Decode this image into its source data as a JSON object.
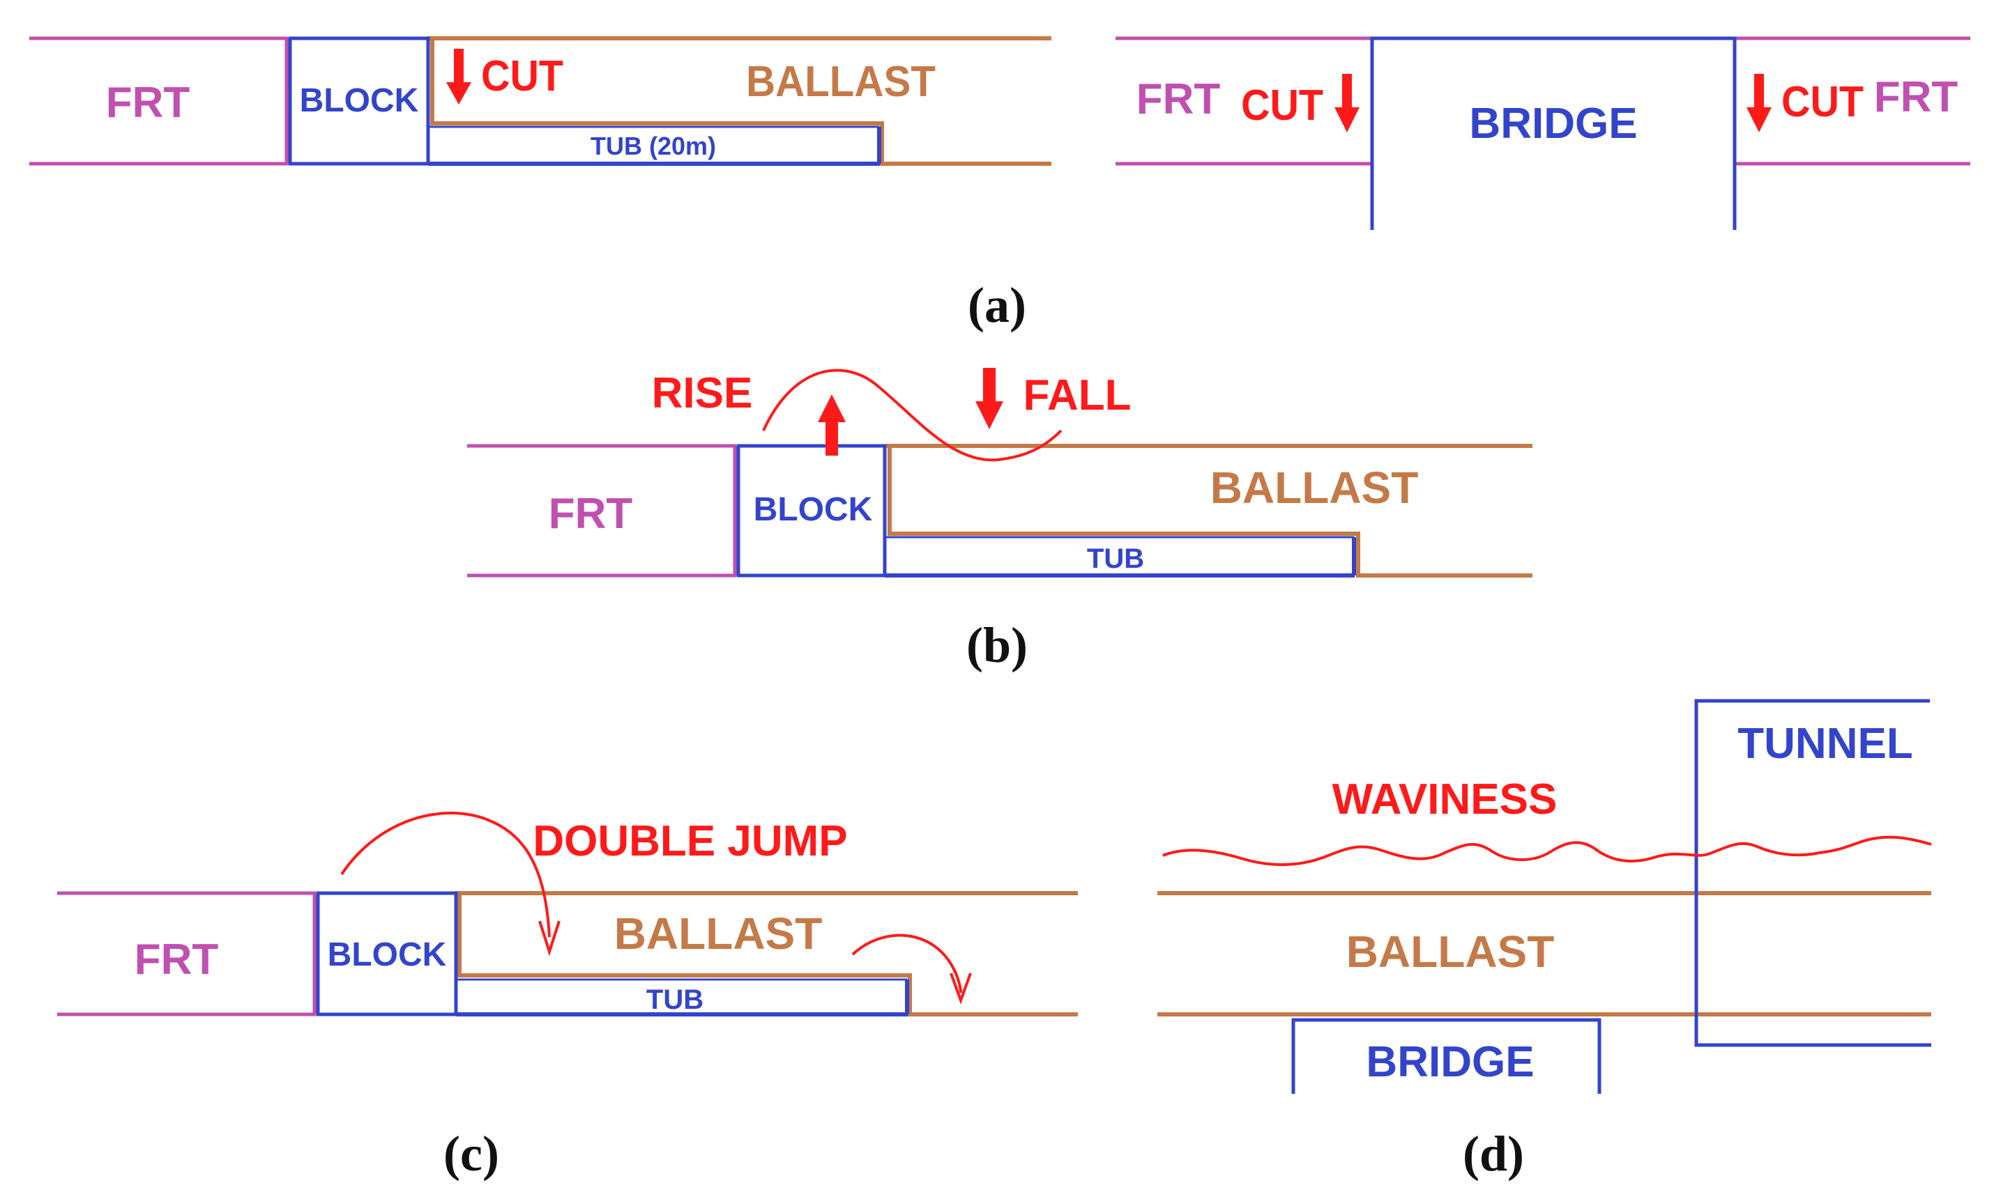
{
  "colors": {
    "frt": "#c050b0",
    "block": "#3344cc",
    "ballast": "#c47a48",
    "red": "#ff1a1a",
    "black": "#111111"
  },
  "panel_a": {
    "caption": "(a)",
    "left": {
      "frt": "FRT",
      "block": "BLOCK",
      "cut": "CUT",
      "ballast": "BALLAST",
      "tub": "TUB (20m)"
    },
    "right": {
      "frt_left": "FRT",
      "cut_left": "CUT",
      "bridge": "BRIDGE",
      "cut_right": "CUT",
      "frt_right": "FRT"
    }
  },
  "panel_b": {
    "caption": "(b)",
    "rise": "RISE",
    "fall": "FALL",
    "frt": "FRT",
    "block": "BLOCK",
    "ballast": "BALLAST",
    "tub": "TUB"
  },
  "panel_c": {
    "caption": "(c)",
    "double_jump": "DOUBLE JUMP",
    "frt": "FRT",
    "block": "BLOCK",
    "ballast": "BALLAST",
    "tub": "TUB"
  },
  "panel_d": {
    "caption": "(d)",
    "tunnel": "TUNNEL",
    "waviness": "WAVINESS",
    "ballast": "BALLAST",
    "bridge": "BRIDGE"
  }
}
